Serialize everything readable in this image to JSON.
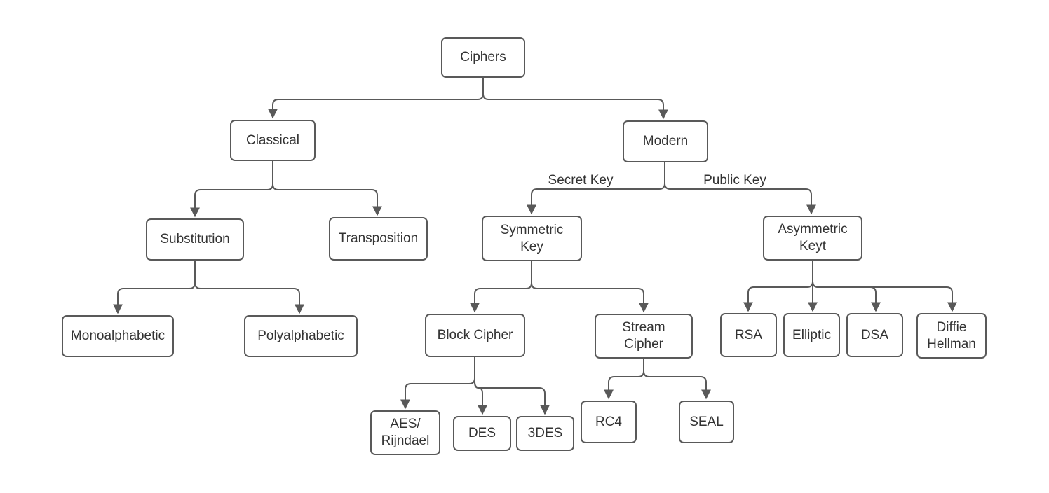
{
  "diagram": {
    "title": "Ciphers classification tree",
    "background_color": "#ffffff",
    "stroke_color": "#595959",
    "text_color": "#333333",
    "nodes": {
      "ciphers": {
        "label": "Ciphers"
      },
      "classical": {
        "label": "Classical"
      },
      "modern": {
        "label": "Modern"
      },
      "substitution": {
        "label": "Substitution"
      },
      "transposition": {
        "label": "Transposition"
      },
      "symmetric_key": {
        "label": "Symmetric\nKey"
      },
      "asymmetric_keyt": {
        "label": "Asymmetric\nKeyt"
      },
      "monoalphabetic": {
        "label": "Monoalphabetic"
      },
      "polyalphabetic": {
        "label": "Polyalphabetic"
      },
      "block_cipher": {
        "label": "Block Cipher"
      },
      "stream_cipher": {
        "label": "Stream\nCipher"
      },
      "rsa": {
        "label": "RSA"
      },
      "elliptic": {
        "label": "Elliptic"
      },
      "dsa": {
        "label": "DSA"
      },
      "diffie_hellman": {
        "label": "Diffie\nHellman"
      },
      "aes_rijndael": {
        "label": "AES/\nRijndael"
      },
      "des": {
        "label": "DES"
      },
      "tdes": {
        "label": "3DES"
      },
      "rc4": {
        "label": "RC4"
      },
      "seal": {
        "label": "SEAL"
      }
    },
    "edge_labels": {
      "secret_key": "Secret Key",
      "public_key": "Public Key"
    },
    "edges": [
      {
        "from": "Ciphers",
        "to": "Classical"
      },
      {
        "from": "Ciphers",
        "to": "Modern"
      },
      {
        "from": "Classical",
        "to": "Substitution"
      },
      {
        "from": "Classical",
        "to": "Transposition"
      },
      {
        "from": "Modern",
        "to": "Symmetric Key",
        "label": "Secret Key"
      },
      {
        "from": "Modern",
        "to": "Asymmetric Keyt",
        "label": "Public Key"
      },
      {
        "from": "Substitution",
        "to": "Monoalphabetic"
      },
      {
        "from": "Substitution",
        "to": "Polyalphabetic"
      },
      {
        "from": "Symmetric Key",
        "to": "Block Cipher"
      },
      {
        "from": "Symmetric Key",
        "to": "Stream Cipher"
      },
      {
        "from": "Block Cipher",
        "to": "AES/Rijndael"
      },
      {
        "from": "Block Cipher",
        "to": "DES"
      },
      {
        "from": "Block Cipher",
        "to": "3DES"
      },
      {
        "from": "Stream Cipher",
        "to": "RC4"
      },
      {
        "from": "Stream Cipher",
        "to": "SEAL"
      },
      {
        "from": "Asymmetric Keyt",
        "to": "RSA"
      },
      {
        "from": "Asymmetric Keyt",
        "to": "Elliptic"
      },
      {
        "from": "Asymmetric Keyt",
        "to": "DSA"
      },
      {
        "from": "Asymmetric Keyt",
        "to": "Diffie Hellman"
      }
    ]
  }
}
